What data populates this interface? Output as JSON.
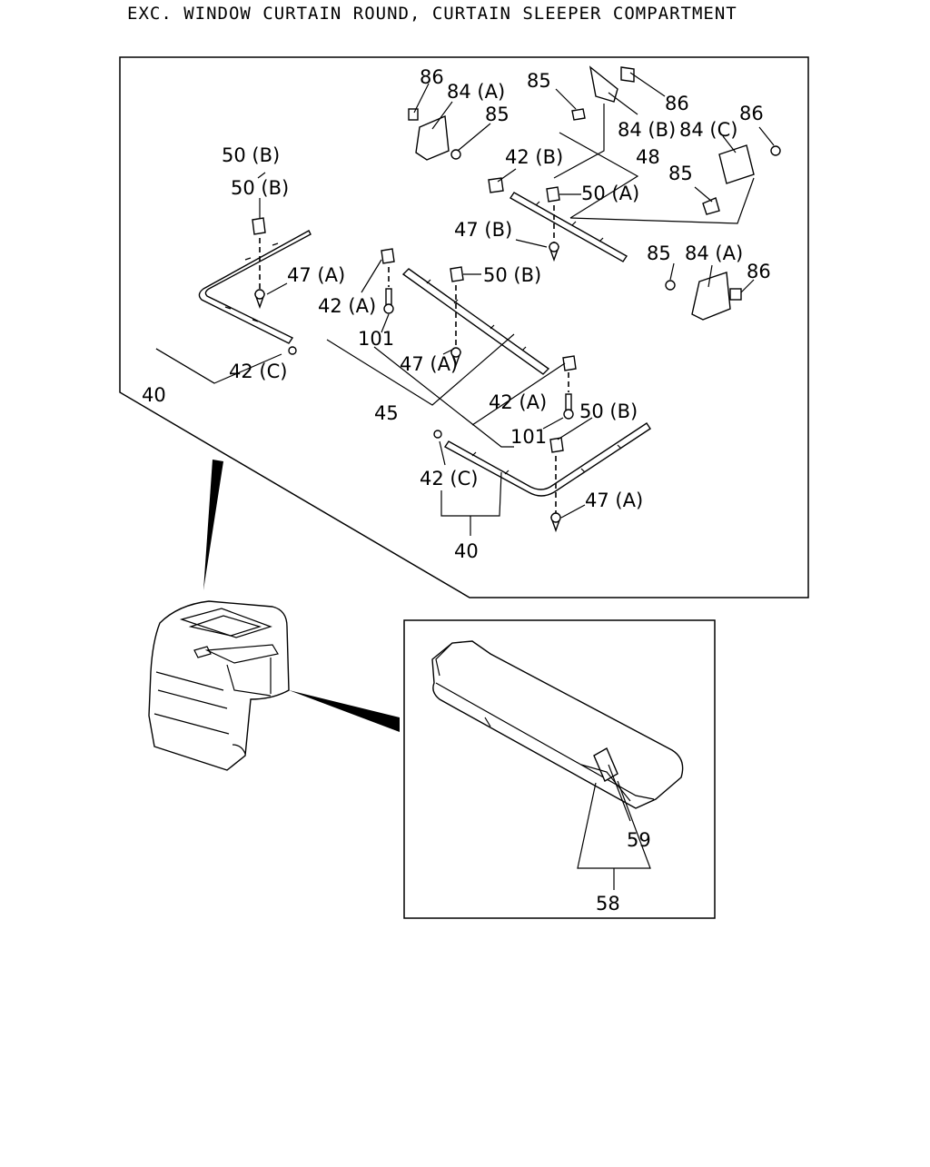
{
  "title": "EXC. WINDOW CURTAIN ROUND, CURTAIN SLEEPER COMPARTMENT",
  "labels": {
    "l86a": "86",
    "l84A_top": "84 (A)",
    "l85a": "85",
    "l85b": "85",
    "l86b": "86",
    "l84B": "84 (B)",
    "l84C": "84 (C)",
    "l86c": "86",
    "l42B": "42 (B)",
    "l48": "48",
    "l85c": "85",
    "l50A": "50 (A)",
    "l50B_a": "50 (B)",
    "l50B_b": "50 (B)",
    "l47B": "47 (B)",
    "l85d": "85",
    "l84A_r": "84 (A)",
    "l86d": "86",
    "l47A_a": "47 (A)",
    "l50B_c": "50 (B)",
    "l42A_a": "42 (A)",
    "l101_a": "101",
    "l47A_b": "47 (A)",
    "l42C_a": "42 (C)",
    "l40_a": "40",
    "l45": "45",
    "l42A_b": "42 (A)",
    "l50B_d": "50 (B)",
    "l101_b": "101",
    "l42C_b": "42 (C)",
    "l47A_c": "47 (A)",
    "l40_b": "40",
    "l59": "59",
    "l58": "58"
  }
}
